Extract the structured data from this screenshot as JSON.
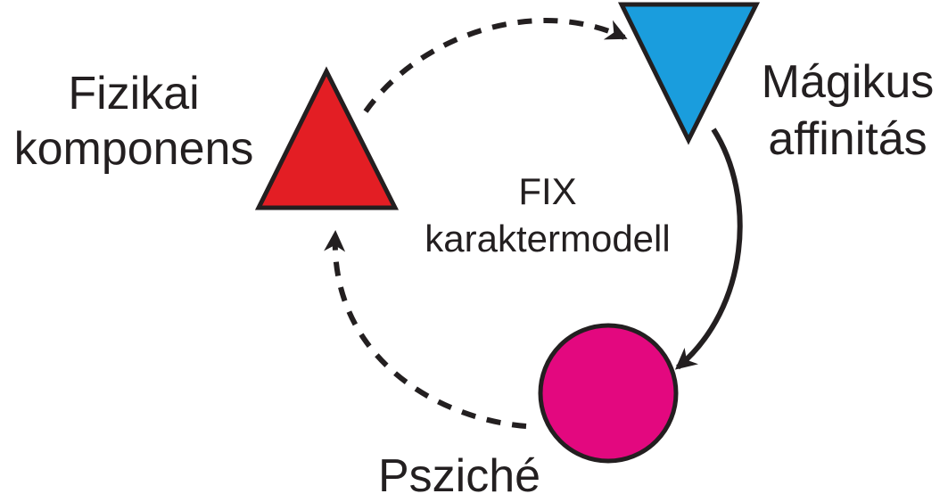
{
  "nodes": {
    "fizikai": {
      "line1": "Fizikai",
      "line2": "komponens",
      "shape": "triangle-up",
      "color": "#e31e24"
    },
    "magikus": {
      "line1": "Mágikus",
      "line2": "affinitás",
      "shape": "triangle-down",
      "color": "#1a9ddd"
    },
    "psziche": {
      "label": "Psziché",
      "shape": "circle",
      "color": "#e3087f"
    }
  },
  "center": {
    "line1": "FIX",
    "line2": "karaktermodell"
  },
  "edges": [
    {
      "from": "fizikai",
      "to": "magikus",
      "style": "dashed"
    },
    {
      "from": "magikus",
      "to": "psziche",
      "style": "solid"
    },
    {
      "from": "psziche",
      "to": "fizikai",
      "style": "dashed"
    }
  ],
  "colors": {
    "stroke": "#231f20",
    "text": "#231f20"
  }
}
